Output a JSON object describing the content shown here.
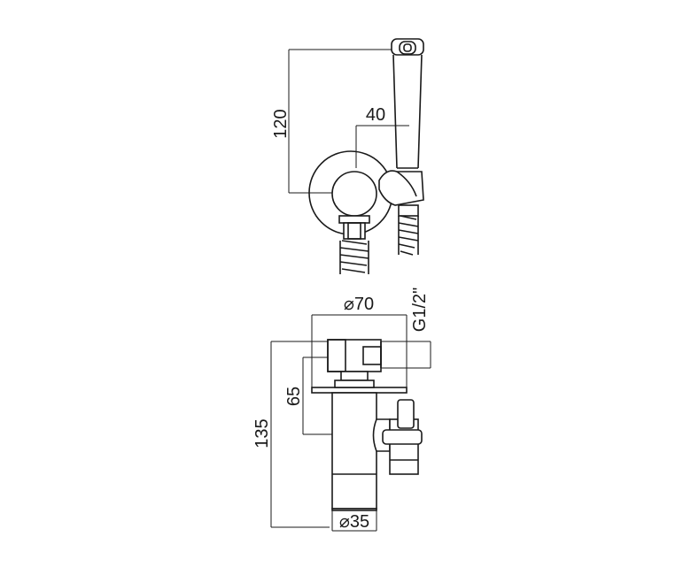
{
  "dimensions": {
    "top_height": "120",
    "top_width": "40",
    "diameter_large": "⌀70",
    "thread": "G1/2\"",
    "total_height": "135",
    "mid_height": "65",
    "diameter_small": "⌀35"
  }
}
